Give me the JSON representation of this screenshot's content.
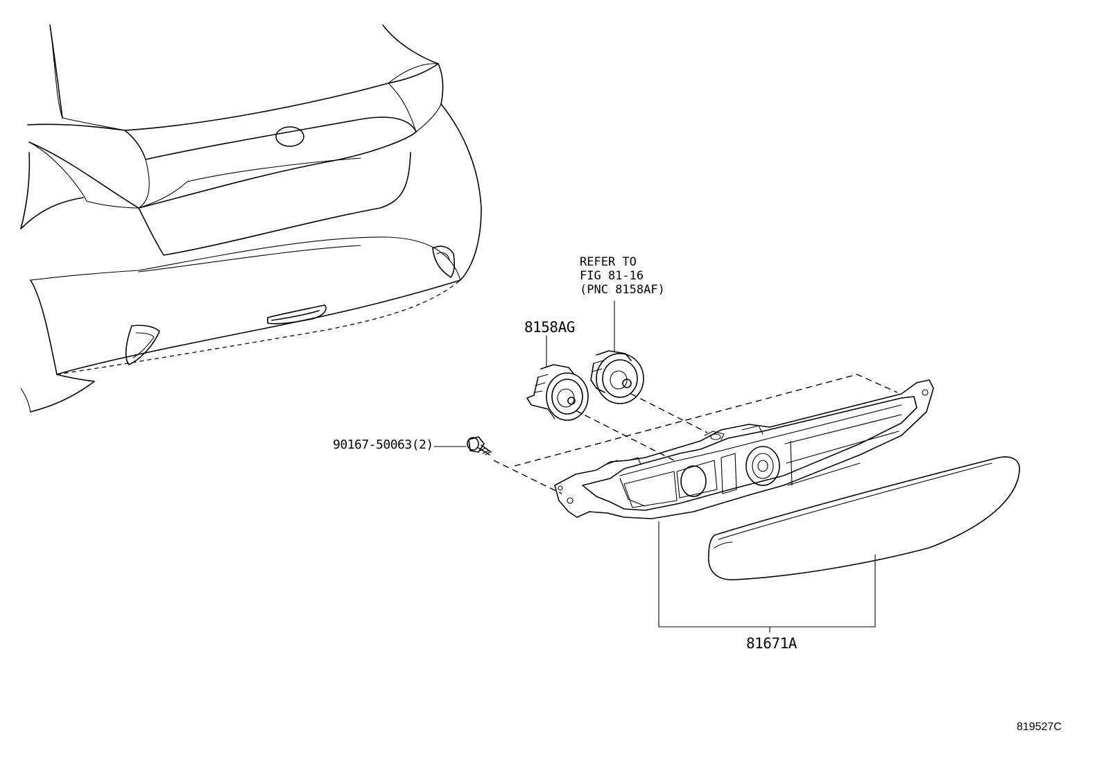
{
  "callouts": {
    "bulb_socket": "8158AG",
    "bolt": "90167-50063(2)",
    "lamp_assembly": "81671A",
    "reference_note": {
      "line1": "REFER TO",
      "line2": "FIG 81-16",
      "line3": "(PNC 8158AF)"
    }
  },
  "figure_id": "819527C"
}
